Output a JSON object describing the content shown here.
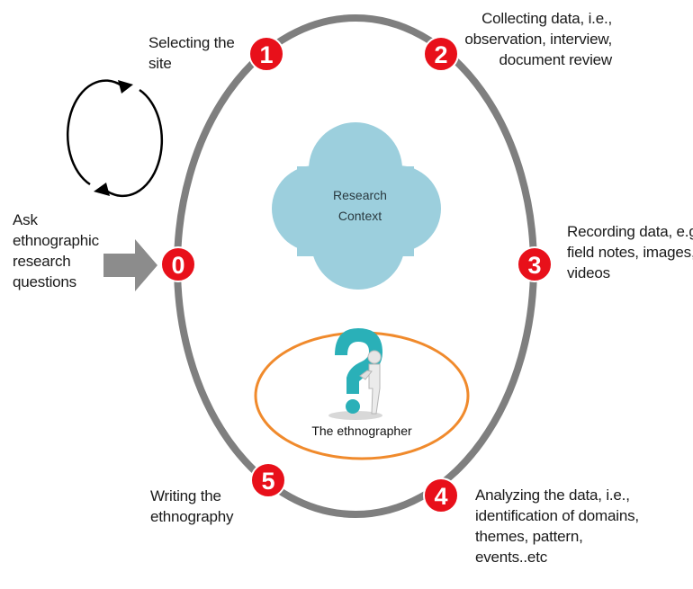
{
  "colors": {
    "ring": "#7f7f7f",
    "badge": "#e8101a",
    "cloud": "#9ccfdd",
    "ellipse": "#f08a2c",
    "arrow": "#8c8c8c",
    "figure_qmark": "#2ab0b8"
  },
  "steps": [
    {
      "num": "0",
      "lines": [
        "Ask",
        "ethnographic",
        "research",
        "questions"
      ]
    },
    {
      "num": "1",
      "lines": [
        "Selecting the",
        "site"
      ]
    },
    {
      "num": "2",
      "lines": [
        "Collecting data, i.e.,",
        "observation, interview,",
        "document review"
      ]
    },
    {
      "num": "3",
      "lines": [
        "Recording data, e.g.,",
        "field notes, images,",
        "videos"
      ]
    },
    {
      "num": "4",
      "lines": [
        "Analyzing the data, i.e.,",
        "identification of domains,",
        "themes, pattern,",
        "events..etc"
      ]
    },
    {
      "num": "5",
      "lines": [
        "Writing the",
        "ethnography"
      ]
    }
  ],
  "center": {
    "cloud_lines": [
      "Research",
      "Context"
    ],
    "figure_label": "The ethnographer",
    "figure_icon": "question-mark-thinker-icon"
  },
  "icons": [
    "cycle-arrows-icon",
    "right-arrow-icon"
  ]
}
